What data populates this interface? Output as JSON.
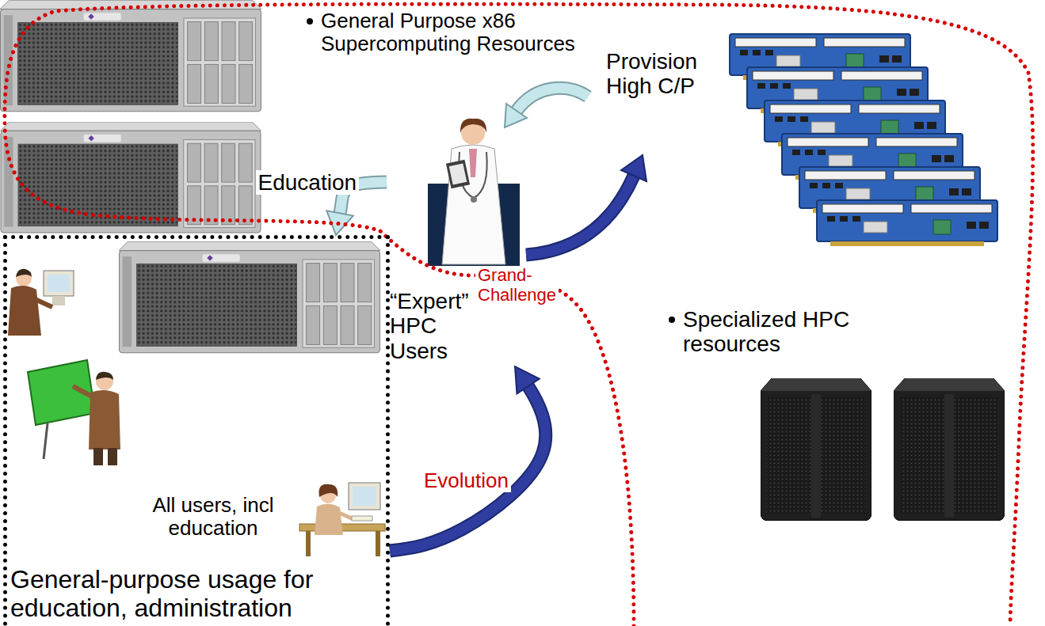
{
  "diagram": {
    "nodes": [
      {
        "text": [
          "General Purpose x86 Supercomputing Resources",
          "Specialized HPC resources"
        ]
      },
      {
        "text": [
          "“Expert” HPC Users"
        ]
      },
      {
        "text": [
          "All users, incl education",
          "General-purpose usage for education, administration"
        ]
      }
    ],
    "edges": [
      {
        "from": 2,
        "to": 1,
        "arrow": "to",
        "label": "Evolution"
      },
      {
        "from": 1,
        "to": 2,
        "arrow": "to",
        "label": "Education"
      }
    ],
    "labels": [
      "Provision High C/P",
      "Grand-Challenge"
    ]
  }
}
